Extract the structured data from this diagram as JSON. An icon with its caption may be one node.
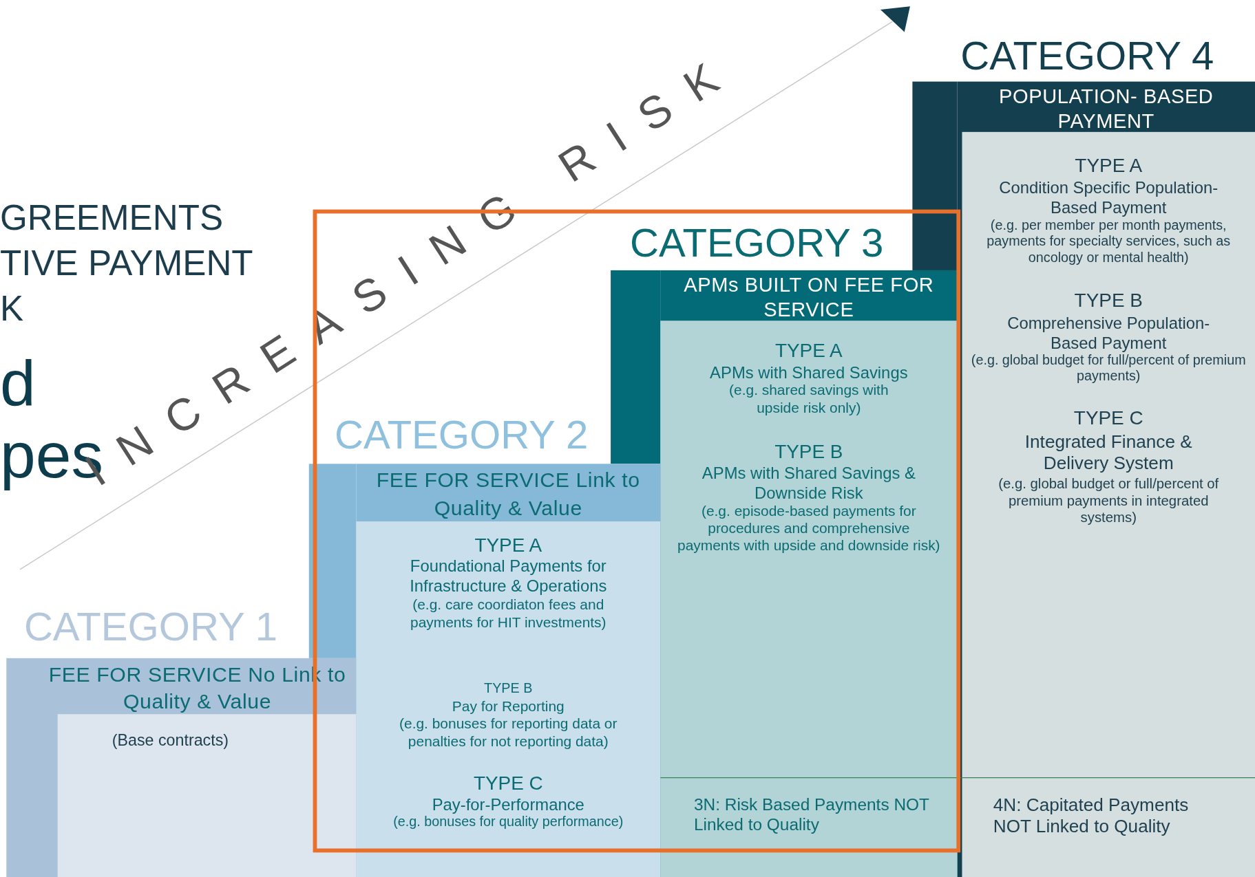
{
  "diagram": {
    "nodes": [
      {
        "text": [
          "CATEGORY 1",
          "FEE FOR SERVICE No Link to Quality & Value"
        ]
      },
      {
        "text": [
          "(Base contracts)"
        ],
        "in": 0
      },
      {
        "text": [
          "CATEGORY 2",
          "FEE FOR SERVICE Link to Quality & Value"
        ]
      },
      {
        "text": [
          "TYPE A",
          "Foundational Payments for Infrastructure & Operations",
          "(e.g. care coordiaton fees and payments for HIT investments)",
          "TYPE B",
          "Pay for Reporting",
          "(e.g. bonuses for reporting data or penalties for not reporting data)",
          "TYPE C",
          "Pay-for-Performance",
          "(e.g. bonuses for quality performance)"
        ],
        "in": 2
      },
      {
        "text": [
          "CATEGORY 3",
          "APMs  BUILT ON FEE FOR SERVICE"
        ]
      },
      {
        "text": [
          "TYPE A",
          "APMs with Shared Savings",
          "(e.g. shared savings with upside risk only)",
          "TYPE B",
          "APMs with Shared Savings & Downside Risk",
          "(e.g. episode-based payments for procedures and comprehensive payments with upside and downside risk)",
          "3N:  Risk Based Payments NOT Linked to Quality"
        ],
        "in": 4
      },
      {
        "text": [
          "CATEGORY 4",
          "POPULATION- BASED PAYMENT"
        ]
      },
      {
        "text": [
          "TYPE A",
          "Condition Specific Population-Based Payment",
          "(e.g. per member per month payments, payments for specialty services, such as oncology or mental health)",
          "TYPE B",
          "Comprehensive Population-Based Payment",
          "(e.g. global budget for full/percent of premium payments)",
          "TYPE C",
          "Integrated Finance & Delivery System",
          "(e.g. global budget or full/percent of premium payments in integrated systems)",
          "4N:  Capitated Payments NOT Linked to Quality"
        ],
        "in": 6
      }
    ],
    "labels": [
      "GREEMENTS",
      "TIVE PAYMENT",
      "K",
      "d",
      "pes",
      "INCREASING RISK"
    ]
  }
}
